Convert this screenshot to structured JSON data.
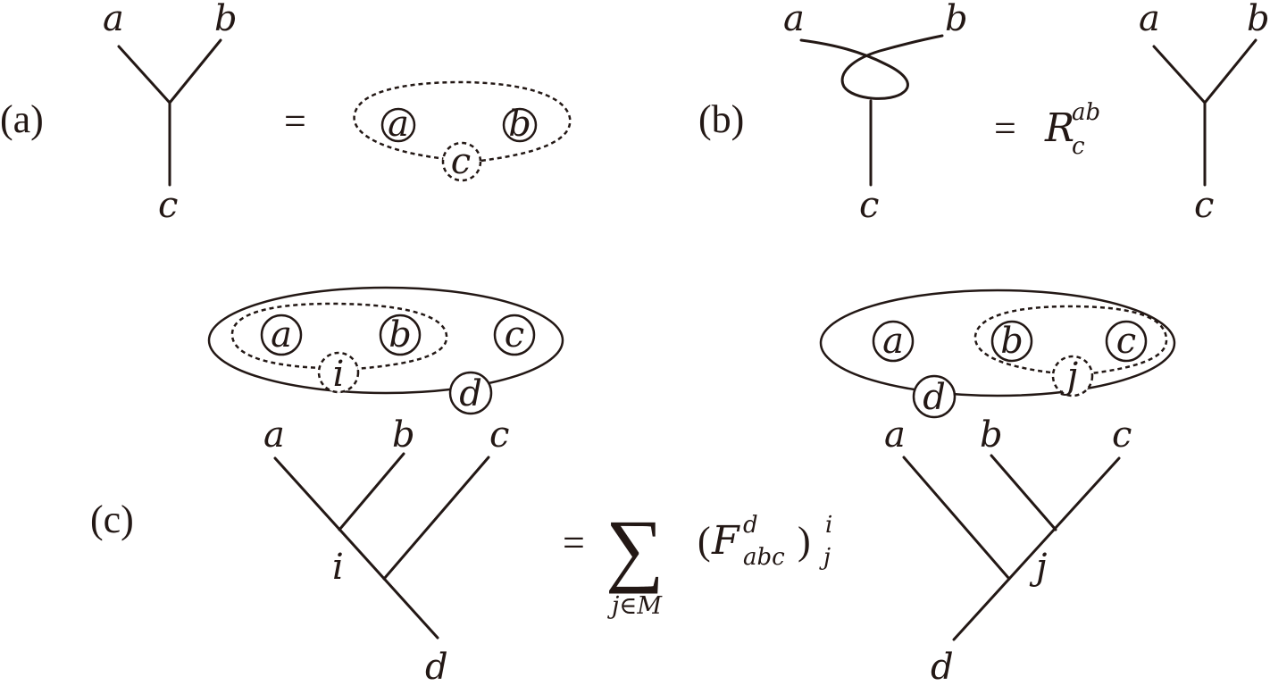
{
  "panels": {
    "a": {
      "tag": "(a)",
      "tree": {
        "top_left": "a",
        "top_right": "b",
        "bottom": "c"
      },
      "equals": "=",
      "anyons": {
        "left": "a",
        "right": "b",
        "fusion": "c"
      }
    },
    "b": {
      "tag": "(b)",
      "braid": {
        "top_left": "a",
        "top_right": "b",
        "bottom": "c"
      },
      "rhs": {
        "equals": "=",
        "symbol": "R",
        "superscript": "ab",
        "subscript": "c"
      },
      "tree": {
        "top_left": "a",
        "top_right": "b",
        "bottom": "c"
      }
    },
    "c": {
      "tag": "(c)",
      "left_anyons": {
        "a": "a",
        "b": "b",
        "c": "c",
        "inner_fusion": "i",
        "outer_fusion": "d"
      },
      "right_anyons": {
        "a": "a",
        "b": "b",
        "c": "c",
        "inner_fusion": "j",
        "outer_fusion": "d"
      },
      "left_tree": {
        "a": "a",
        "b": "b",
        "c": "c",
        "internal": "i",
        "root": "d"
      },
      "right_tree": {
        "a": "a",
        "b": "b",
        "c": "c",
        "internal": "j",
        "root": "d"
      },
      "rhs": {
        "equals": "=",
        "sum": "∑",
        "sum_index": "j∈M",
        "open_paren": "(",
        "symbol": "F",
        "superscript": "d",
        "subscript": "abc",
        "close_paren": ")",
        "outer_superscript": "i",
        "outer_subscript": "j"
      }
    }
  }
}
